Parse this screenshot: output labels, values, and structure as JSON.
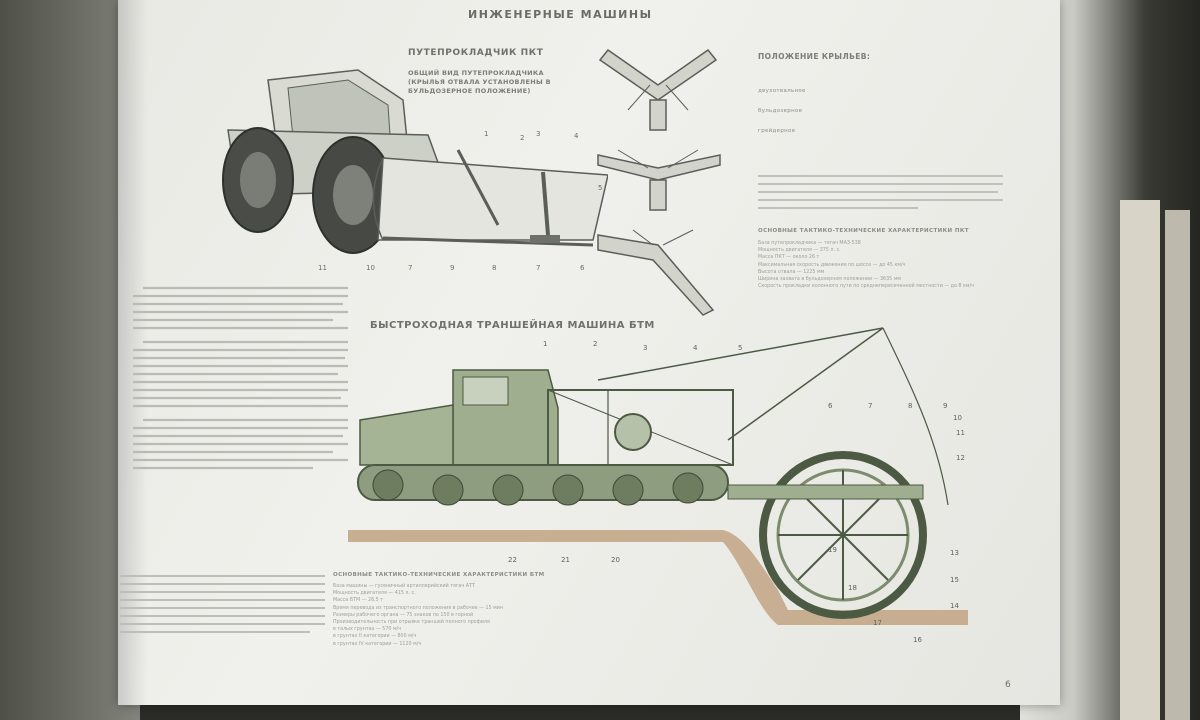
{
  "poster": {
    "title": "ИНЖЕНЕРНЫЕ МАШИНЫ",
    "pkt": {
      "title": "ПУТЕПРОКЛАДЧИК ПКТ",
      "subtitle": "ОБЩИЙ ВИД ПУТЕПРОКЛАДЧИКА (КРЫЛЬЯ ОТВАЛА УСТАНОВЛЕНЫ В БУЛЬДОЗЕРНОЕ ПОЛОЖЕНИЕ)",
      "callouts_top": [
        "1",
        "2",
        "3",
        "4",
        "5"
      ],
      "callouts_bottom": [
        "11",
        "10",
        "7",
        "9",
        "8",
        "7",
        "6"
      ]
    },
    "wings": {
      "heading": "ПОЛОЖЕНИЕ КРЫЛЬЕВ:",
      "items": [
        "двухотвальное",
        "бульдозерное",
        "грейдерное"
      ]
    },
    "pkt_specs_heading": "ОСНОВНЫЕ ТАКТИКО-ТЕХНИЧЕСКИЕ ХАРАКТЕРИСТИКИ ПКТ",
    "pkt_specs": [
      "База путепрокладчика — тягач МАЗ-538",
      "Мощность двигателя — 375 л. с.",
      "Масса ПКТ — около 26 т",
      "Максимальная скорость движения по шоссе — до 45 км/ч",
      "Высота отвала — 1225 мм",
      "Ширина захвата в бульдозерном положении — 3635 мм",
      "Скорость прокладки колонного пути по среднепересеченной местности — до 8 км/ч"
    ],
    "btm": {
      "title": "БЫСТРОХОДНАЯ ТРАНШЕЙНАЯ МАШИНА БТМ",
      "callouts": [
        "1",
        "2",
        "3",
        "4",
        "5",
        "6",
        "7",
        "8",
        "9",
        "10",
        "11",
        "12"
      ],
      "callouts_bottom": [
        "22",
        "21",
        "20",
        "19",
        "18",
        "17",
        "16",
        "15",
        "14",
        "13"
      ]
    },
    "btm_specs_heading": "ОСНОВНЫЕ ТАКТИКО-ТЕХНИЧЕСКИЕ ХАРАКТЕРИСТИКИ БТМ",
    "btm_specs": [
      "База машины — гусеничный артиллерийский тягач АТТ",
      "Мощность двигателя — 415 л. с.",
      "Масса БТМ — 26,5 т",
      "Время перевода из транспортного положения в рабочее — 15 мин",
      "Размеры рабочего органа — 75 знаков по 150 в горной",
      "Производительность при отрывке траншей полного профиля",
      "в талых грунтах — 570 м/ч",
      "в грунтах II категории — 800 м/ч",
      "в грунтах IV категории — 1120 м/ч"
    ],
    "page_number": "6"
  },
  "colors": {
    "paper": "#eeeeea",
    "ink": "#6a6d66",
    "machine_green": "#9fae8f",
    "soil": "#c2a383"
  }
}
